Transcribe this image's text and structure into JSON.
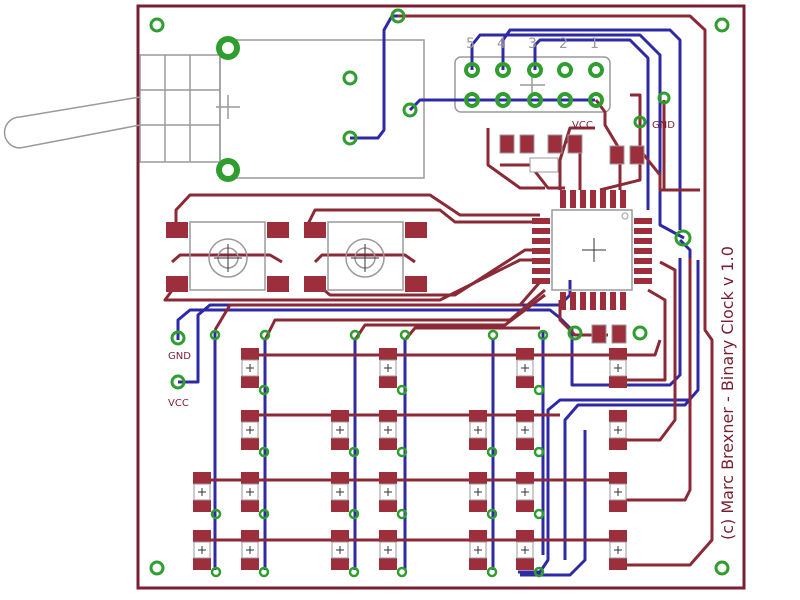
{
  "board": {
    "credit_text": "(c) Marc Brexner - Binary Clock v 1.0",
    "colors": {
      "outline": "#7a1f33",
      "top_trace": "#8b2a36",
      "bottom_trace": "#2e2aa6",
      "pad": "#2f9e2f",
      "smd_pad": "#9c2f3b",
      "silk": "#9a9a9a",
      "background": "#ffffff"
    }
  },
  "header": {
    "pin_labels": [
      "5",
      "4",
      "3",
      "2",
      "1"
    ]
  },
  "labels": {
    "gnd_left": "GND",
    "vcc_left": "VCC",
    "gnd_top": "GND",
    "vcc_top": "VCC"
  }
}
